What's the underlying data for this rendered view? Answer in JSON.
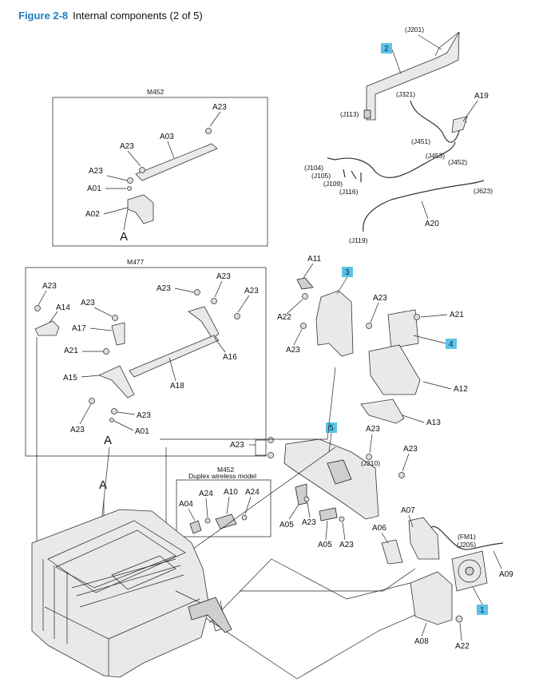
{
  "figure": {
    "number": "Figure 2-8",
    "title": "Internal components (2 of 5)"
  },
  "boxes": {
    "m452_top": "M452",
    "m477": "M477",
    "m452_duplex_model": "M452",
    "m452_duplex_subtitle": "Duplex wireless model"
  },
  "callouts": [
    "2",
    "3",
    "4",
    "5",
    "1"
  ],
  "labels": {
    "a23": "A23",
    "a03": "A03",
    "a01": "A01",
    "a02": "A02",
    "a": "A",
    "a14": "A14",
    "a17": "A17",
    "a21": "A21",
    "a15": "A15",
    "a16": "A16",
    "a18": "A18",
    "a11": "A11",
    "a22": "A22",
    "a12": "A12",
    "a13": "A13",
    "a04": "A04",
    "a24": "A24",
    "a10": "A10",
    "a05": "A05",
    "a06": "A06",
    "a07": "A07",
    "a08": "A08",
    "a09": "A09",
    "a19": "A19",
    "a20": "A20"
  },
  "connectors": {
    "j201": "(J201)",
    "j113": "(J113)",
    "j321": "(J321)",
    "j451": "(J451)",
    "j453": "(J453)",
    "j452": "(J452)",
    "j104": "(J104)",
    "j105": "(J105)",
    "j109": "(J109)",
    "j116": "(J116)",
    "j623": "(J623)",
    "j119": "(J119)",
    "j210": "(J210)",
    "fm1": "(FM1)",
    "j205": "(J205)"
  }
}
